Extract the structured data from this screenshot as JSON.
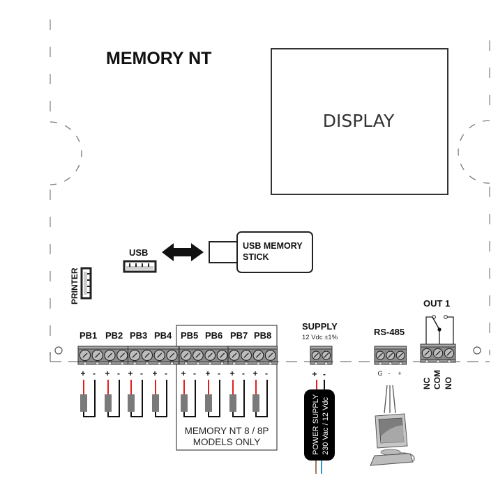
{
  "title": "MEMORY NT",
  "display": {
    "label": "DISPLAY"
  },
  "usb": {
    "port_label": "USB",
    "stick_label_line1": "USB MEMORY",
    "stick_label_line2": "STICK"
  },
  "printer": {
    "label": "PRINTER"
  },
  "pushbuttons": {
    "group1": [
      "PB1",
      "PB2",
      "PB3",
      "PB4"
    ],
    "group2": [
      "PB5",
      "PB6",
      "PB7",
      "PB8"
    ],
    "polarity": [
      "+",
      "-"
    ],
    "note_line1": "MEMORY NT 8 / 8P",
    "note_line2": "MODELS ONLY"
  },
  "supply": {
    "label": "SUPPLY",
    "spec": "12 Vdc ±1%",
    "polarity": [
      "+",
      "-"
    ],
    "unit_line1": "POWER SUPPLY",
    "unit_line2": "230 Vac / 12 Vdc"
  },
  "rs485": {
    "label": "RS-485",
    "pins": [
      "G",
      "-",
      "+"
    ]
  },
  "out1": {
    "label": "OUT 1",
    "pins": [
      "NC",
      "COM",
      "NO"
    ]
  },
  "colors": {
    "wire_positive": "#e02020",
    "wire_negative": "#111111",
    "wire_brown": "#a0785a",
    "wire_blue": "#2a9bd8",
    "button_body": "#7a7a7a"
  }
}
